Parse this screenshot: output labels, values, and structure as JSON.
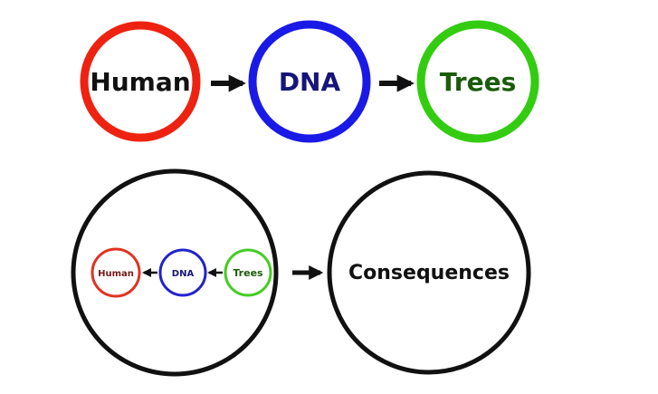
{
  "top_row": {
    "human": {
      "label": "Human",
      "stroke": "#ee2211",
      "text_color": "#111111"
    },
    "dna": {
      "label": "DNA",
      "stroke": "#1a1ae6",
      "text_color": "#15157a"
    },
    "trees": {
      "label": "Trees",
      "stroke": "#33cc11",
      "text_color": "#1a5c0a"
    }
  },
  "bottom_row": {
    "inner_human": {
      "label": "Human",
      "stroke": "#e03322",
      "text_color": "#7a1a1a"
    },
    "inner_dna": {
      "label": "DNA",
      "stroke": "#2222cc",
      "text_color": "#15157a"
    },
    "inner_trees": {
      "label": "Trees",
      "stroke": "#44cc22",
      "text_color": "#1a5c0a"
    },
    "outer_stroke": "#111111",
    "consequences": {
      "label": "Consequences",
      "stroke": "#111111",
      "text_color": "#111111"
    }
  },
  "arrow_color": "#111111"
}
